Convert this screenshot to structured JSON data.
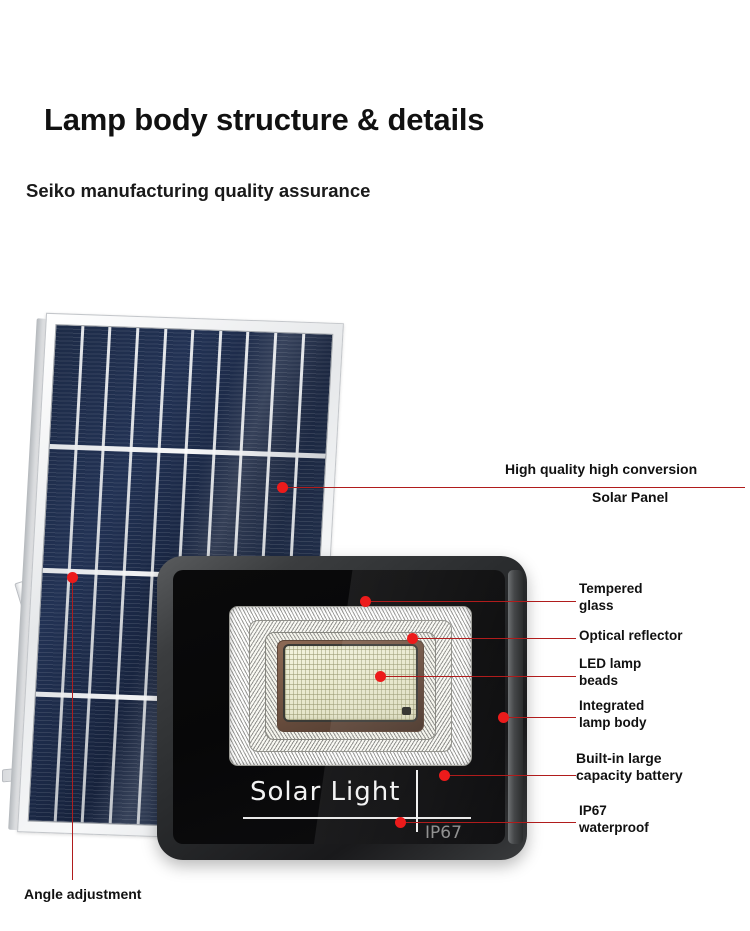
{
  "heading": {
    "title": "Lamp body structure & details",
    "subtitle": "Seiko manufacturing quality assurance"
  },
  "colors": {
    "callout_line": "#b01c1c",
    "callout_dot": "#ec1b1b",
    "background": "#ffffff",
    "text": "#111111",
    "solar_cell": "#1d2b47",
    "lamp_housing": "#2a2c2e",
    "led_panel": "#e8e8cd"
  },
  "product": {
    "brand_text": "Solar Light",
    "ip_mark": "IP67"
  },
  "callouts": [
    {
      "id": "solar-panel",
      "label_line1": "High quality high conversion",
      "label_line2": "Solar Panel"
    },
    {
      "id": "tempered-glass",
      "label": "Tempered\nglass"
    },
    {
      "id": "optical-reflector",
      "label": "Optical reflector"
    },
    {
      "id": "led-lamp-beads",
      "label": "LED lamp\nbeads"
    },
    {
      "id": "integrated-lamp-body",
      "label": "Integrated\nlamp body"
    },
    {
      "id": "battery",
      "label": "Built-in large\ncapacity battery"
    },
    {
      "id": "ip67-waterproof",
      "label": "IP67\nwaterproof"
    },
    {
      "id": "angle-adjustment",
      "label": "Angle adjustment"
    }
  ]
}
